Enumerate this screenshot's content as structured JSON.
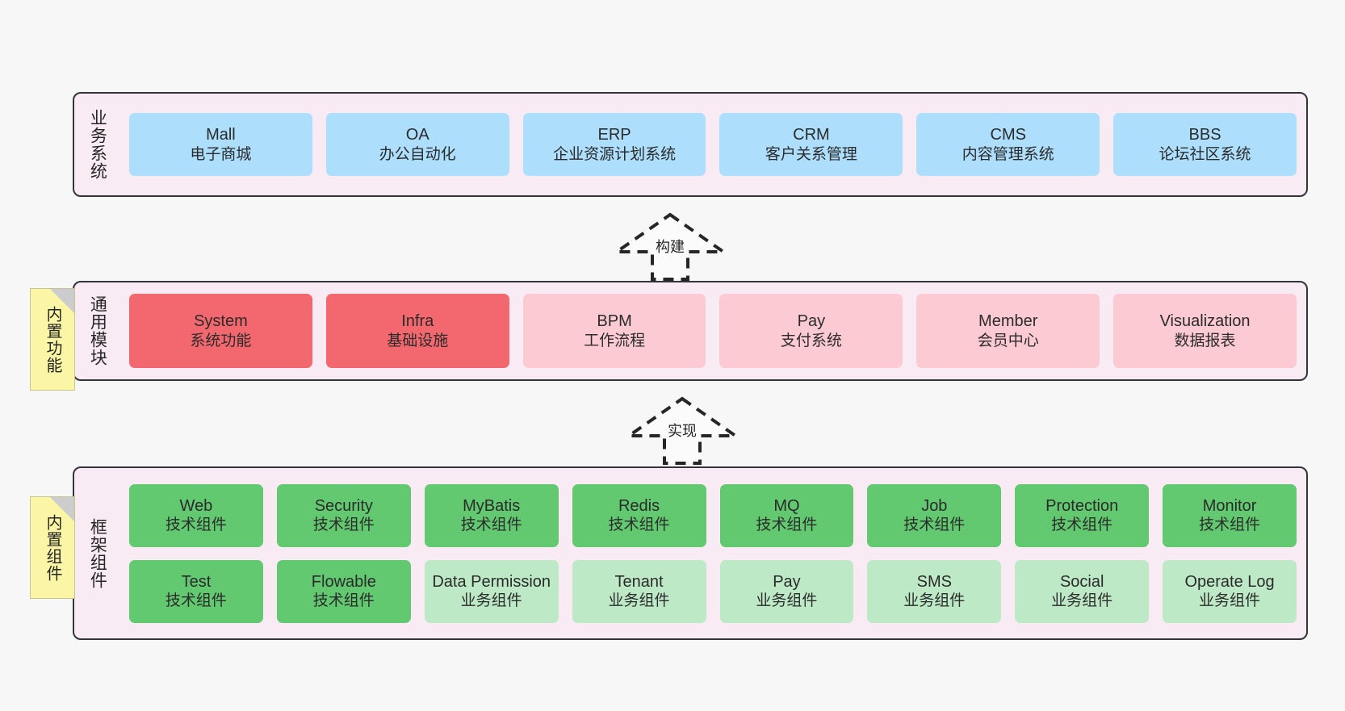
{
  "diagram": {
    "background": "#f7f7f7",
    "colors": {
      "layer_bg": "#f9ebf4",
      "layer_border": "#33333a",
      "business_node": "#addefc",
      "module_core_node": "#f2686e",
      "module_soft_node": "#fccad3",
      "framework_tech_node": "#62c971",
      "framework_biz_node": "#bde9c6",
      "note_bg": "#fbf6a6",
      "note_fold": "#cccccc",
      "text": "#2b2b2b"
    }
  },
  "layers": {
    "business": {
      "title": "业务系统",
      "nodes": [
        {
          "en": "Mall",
          "cn": "电子商城"
        },
        {
          "en": "OA",
          "cn": "办公自动化"
        },
        {
          "en": "ERP",
          "cn": "企业资源计划系统"
        },
        {
          "en": "CRM",
          "cn": "客户关系管理"
        },
        {
          "en": "CMS",
          "cn": "内容管理系统"
        },
        {
          "en": "BBS",
          "cn": "论坛社区系统"
        }
      ]
    },
    "modules": {
      "title": "通用模块",
      "nodes": [
        {
          "en": "System",
          "cn": "系统功能",
          "variant": "core"
        },
        {
          "en": "Infra",
          "cn": "基础设施",
          "variant": "core"
        },
        {
          "en": "BPM",
          "cn": "工作流程",
          "variant": "soft"
        },
        {
          "en": "Pay",
          "cn": "支付系统",
          "variant": "soft"
        },
        {
          "en": "Member",
          "cn": "会员中心",
          "variant": "soft"
        },
        {
          "en": "Visualization",
          "cn": "数据报表",
          "variant": "soft"
        }
      ]
    },
    "framework": {
      "title": "框架组件",
      "row1": [
        {
          "en": "Web",
          "cn": "技术组件"
        },
        {
          "en": "Security",
          "cn": "技术组件"
        },
        {
          "en": "MyBatis",
          "cn": "技术组件"
        },
        {
          "en": "Redis",
          "cn": "技术组件"
        },
        {
          "en": "MQ",
          "cn": "技术组件"
        },
        {
          "en": "Job",
          "cn": "技术组件"
        },
        {
          "en": "Protection",
          "cn": "技术组件"
        },
        {
          "en": "Monitor",
          "cn": "技术组件"
        }
      ],
      "row2": [
        {
          "en": "Test",
          "cn": "技术组件",
          "variant": "tech"
        },
        {
          "en": "Flowable",
          "cn": "技术组件",
          "variant": "tech"
        },
        {
          "en": "Data Permission",
          "cn": "业务组件",
          "variant": "biz"
        },
        {
          "en": "Tenant",
          "cn": "业务组件",
          "variant": "biz"
        },
        {
          "en": "Pay",
          "cn": "业务组件",
          "variant": "biz"
        },
        {
          "en": "SMS",
          "cn": "业务组件",
          "variant": "biz"
        },
        {
          "en": "Social",
          "cn": "业务组件",
          "variant": "biz"
        },
        {
          "en": "Operate Log",
          "cn": "业务组件",
          "variant": "biz"
        }
      ]
    }
  },
  "notes": [
    {
      "text": "内置功能"
    },
    {
      "text": "内置组件"
    }
  ],
  "connectors": [
    {
      "label": "构建"
    },
    {
      "label": "实现"
    }
  ]
}
